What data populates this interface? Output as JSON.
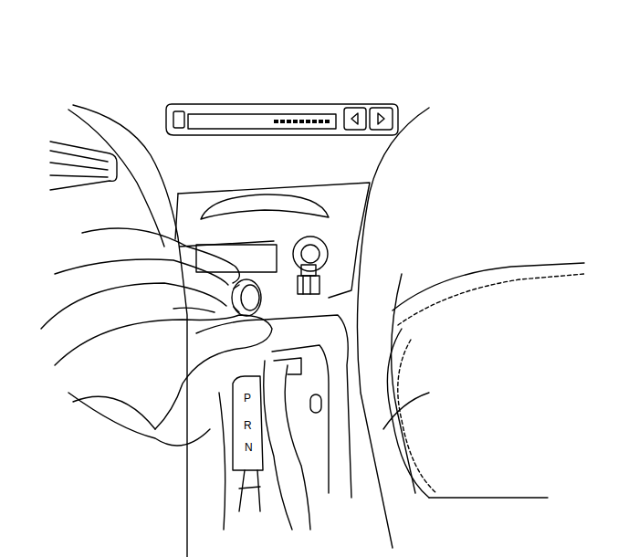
{
  "diagram": {
    "labels": [
      "P",
      "R",
      "N"
    ]
  }
}
